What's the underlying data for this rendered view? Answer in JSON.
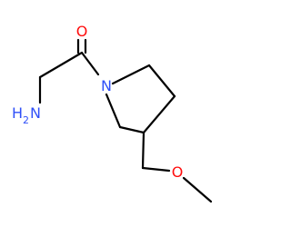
{
  "molecule": {
    "atoms": {
      "oxygen_carbonyl": "O",
      "nitrogen_amine_prefix": "H",
      "nitrogen_amine_subscript": "2",
      "nitrogen_amine_symbol": "N",
      "nitrogen_ring": "N",
      "oxygen_ether": "O"
    },
    "colors": {
      "bond": "#000000",
      "oxygen": "#ff0d0d",
      "nitrogen": "#3050f8"
    }
  }
}
